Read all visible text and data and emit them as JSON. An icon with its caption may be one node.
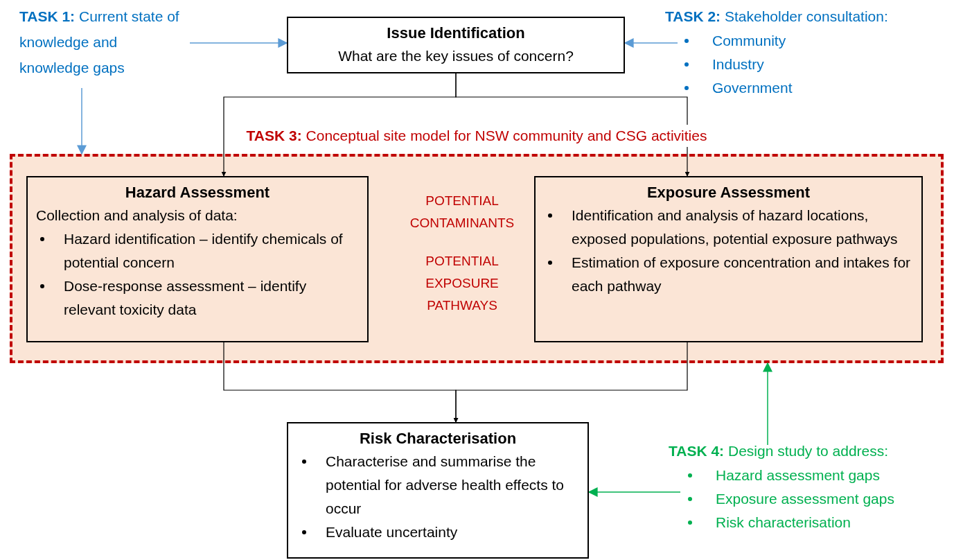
{
  "diagram": {
    "nodes": [
      {
        "text": [
          "**TASK 1:** Current state of knowledge and knowledge gaps"
        ]
      },
      {
        "text": [
          "Issue Identification",
          "What are the key issues of concern?"
        ]
      },
      {
        "text": [
          "**TASK 2:** Stakeholder consultation:",
          "Community",
          "Industry",
          "Government"
        ]
      },
      {
        "text": [
          "**TASK 3:** Conceptual site model for NSW community and CSG activities",
          "POTENTIAL CONTAMINANTS",
          "POTENTIAL EXPOSURE PATHWAYS"
        ]
      },
      {
        "text": [
          "Hazard Assessment",
          "Collection and analysis of data:",
          "Hazard identification – identify chemicals of potential concern",
          "Dose-response assessment – identify relevant toxicity data"
        ],
        "in": 3
      },
      {
        "text": [
          "Exposure Assessment",
          "Identification and analysis of hazard locations, exposed populations, potential exposure pathways",
          "Estimation of exposure concentration and intakes for each pathway"
        ],
        "in": 3
      },
      {
        "text": [
          "Risk Characterisation",
          "Characterise and summarise the potential for adverse health effects to occur",
          "Evaluate uncertainty"
        ]
      },
      {
        "text": [
          "**TASK 4:** Design study to address:",
          "Hazard assessment gaps",
          "Exposure assessment gaps",
          "Risk characterisation"
        ]
      }
    ],
    "edges": [
      {
        "from": 0,
        "to": 1,
        "arrow": "to",
        "color": "#5b9bd5"
      },
      {
        "from": 2,
        "to": 1,
        "arrow": "to",
        "color": "#5b9bd5"
      },
      {
        "from": 0,
        "to": 3,
        "arrow": "to",
        "color": "#5b9bd5"
      },
      {
        "from": 1,
        "to": 4,
        "arrow": "to"
      },
      {
        "from": 1,
        "to": 5,
        "arrow": "to"
      },
      {
        "from": 4,
        "to": 6,
        "arrow": "to"
      },
      {
        "from": 5,
        "to": 6,
        "arrow": "to"
      },
      {
        "from": 7,
        "to": 3,
        "arrow": "to",
        "color": "#00b050"
      },
      {
        "from": 7,
        "to": 6,
        "arrow": "to",
        "color": "#00b050"
      }
    ]
  }
}
